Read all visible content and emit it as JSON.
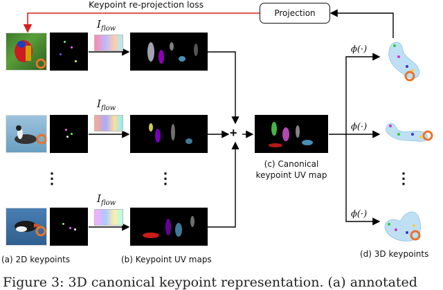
{
  "loss_label": "Keypoint re-projection loss",
  "projection_label": "Projection",
  "flow_label": {
    "main": "I",
    "sub": "flow"
  },
  "plus_label": "+",
  "phi_label": "ϕ(·)",
  "vertical_dots": "⋮",
  "canonical_label": [
    "(c) Canonical",
    "keypoint UV map"
  ],
  "col_a_label": "(a) 2D keypoints",
  "col_b_label": "(b) Keypoint UV maps",
  "col_d_label": "(d) 3D keypoints",
  "caption_fragment": "Figure 3: 3D canonical keypoint representation. (a) annotated",
  "colors": {
    "arrow": "#000000",
    "loss_arrow": "#d62020",
    "kp_orange": "#e8742a",
    "blob": "#bfe0f4"
  }
}
